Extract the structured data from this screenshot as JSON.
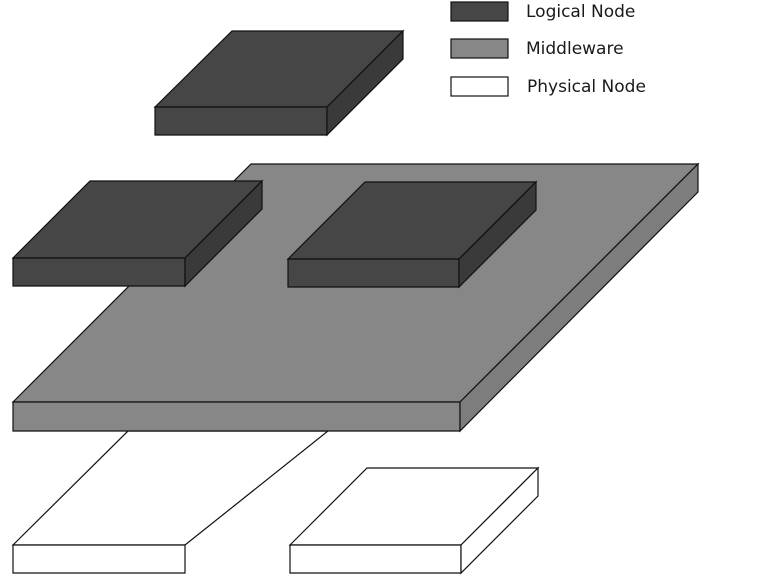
{
  "legend": {
    "items": [
      {
        "label": "Logical Node",
        "color": "#464646"
      },
      {
        "label": "Middleware",
        "color": "#878787"
      },
      {
        "label": "Physical Node",
        "color": "#ffffff"
      }
    ]
  },
  "layers": {
    "logical_node_color": "#464646",
    "logical_node_side_color": "#3a3a3a",
    "middleware_color": "#878787",
    "middleware_side_color": "#7d7d7d",
    "physical_node_color": "#ffffff",
    "logical_node_count": 3,
    "middleware_count": 1,
    "physical_node_count": 2
  }
}
